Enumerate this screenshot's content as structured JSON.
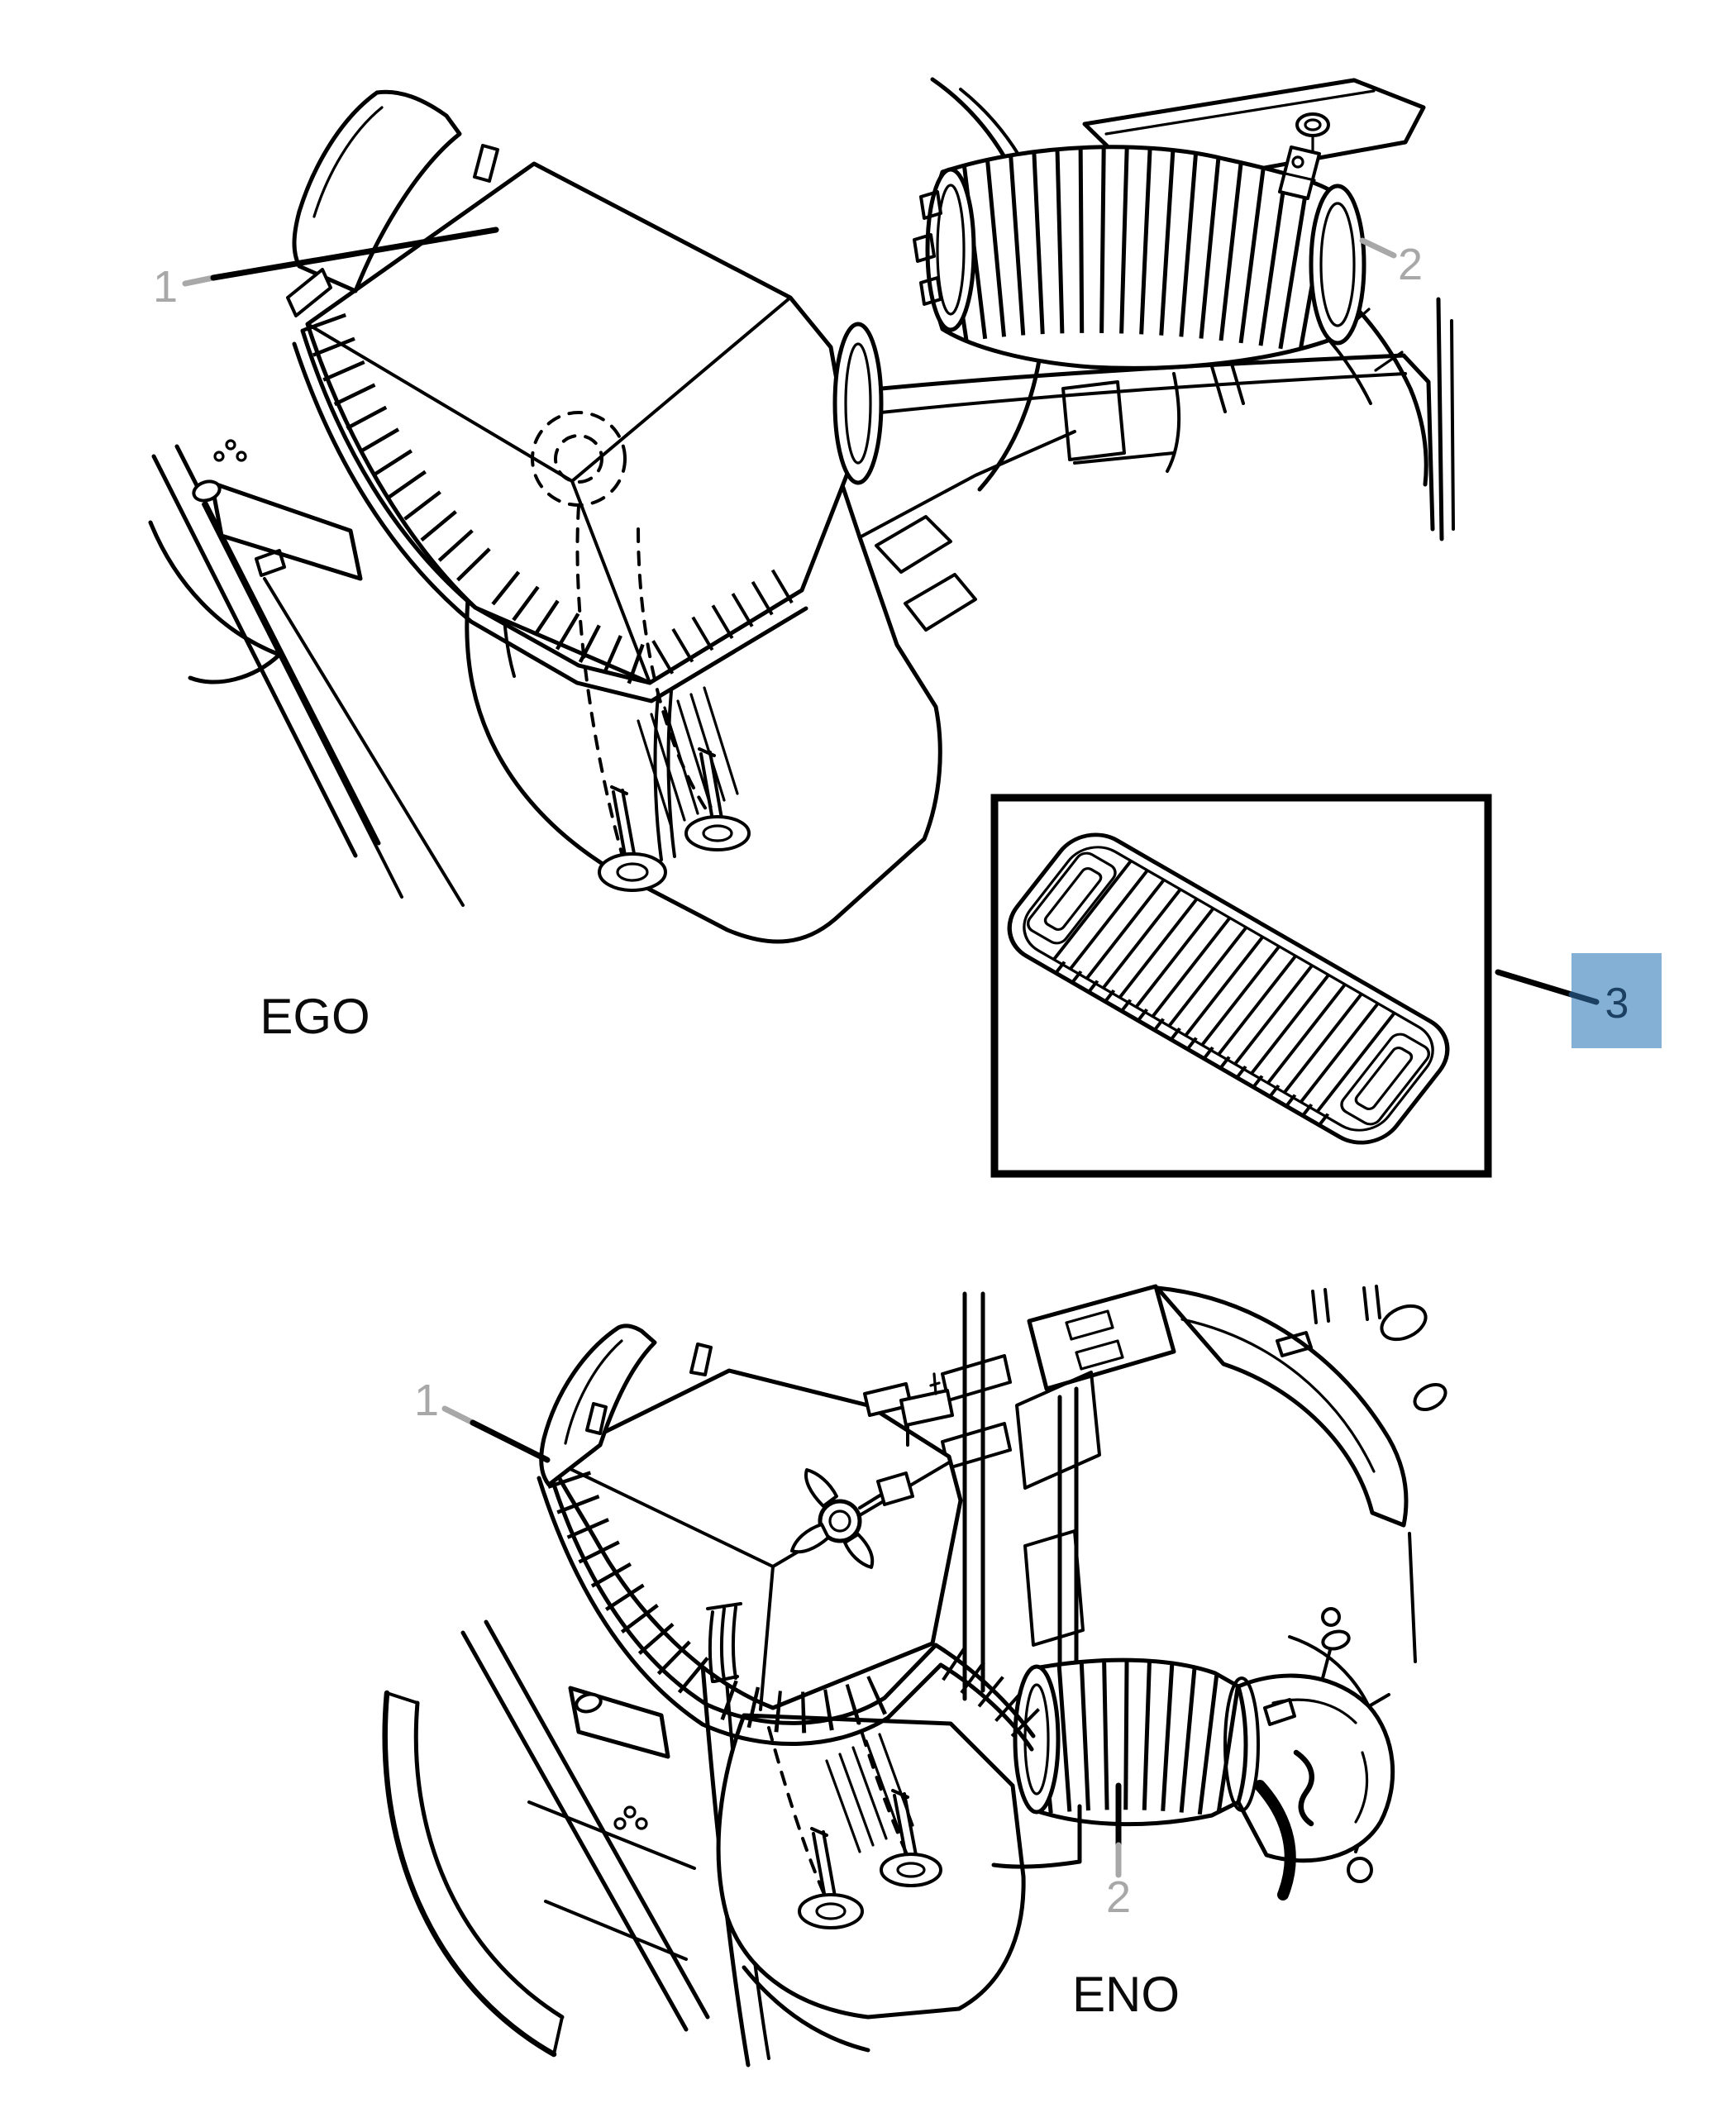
{
  "figure": {
    "type": "exploded-parts-diagram",
    "subject": "air-cleaner-and-intake-duct",
    "top_view": {
      "variant_label": "EGO",
      "callouts": {
        "c1": "1",
        "c2": "2"
      }
    },
    "bottom_view": {
      "variant_label": "ENO",
      "callouts": {
        "c1": "1",
        "c2": "2"
      }
    },
    "highlight_part": {
      "callout": "3"
    }
  },
  "colors": {
    "line": "#000000",
    "callout_gray": "#a8a8a8",
    "highlight_fill": "#85b0d6",
    "highlight_text": "#1b4062"
  }
}
